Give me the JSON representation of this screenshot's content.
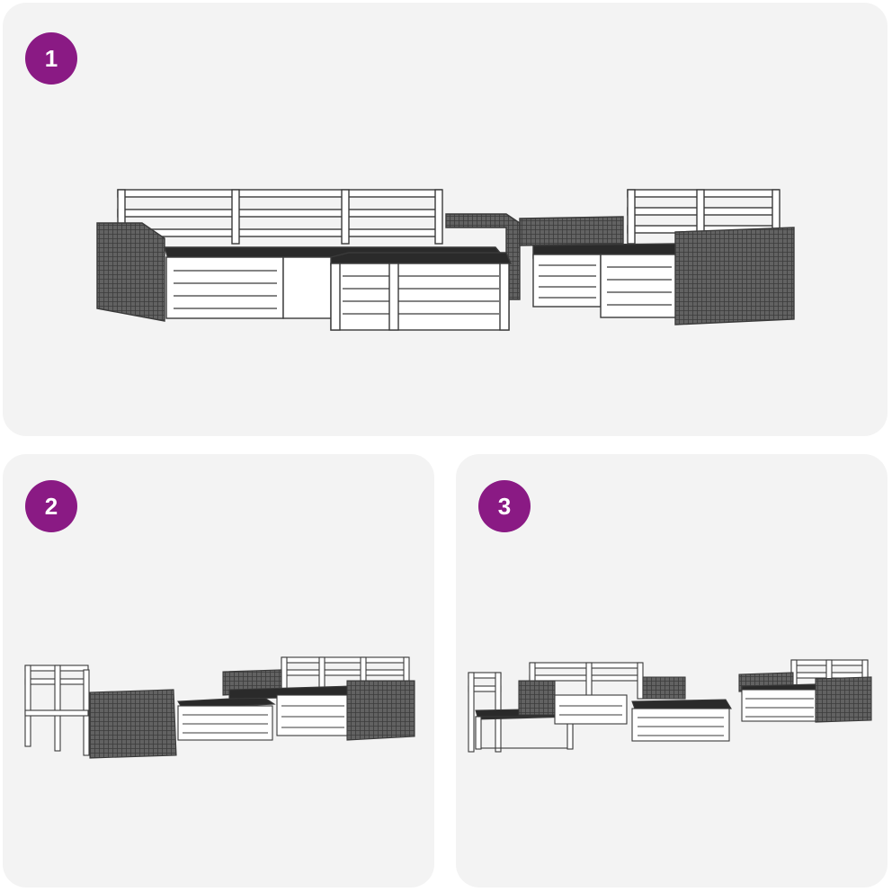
{
  "panels": [
    {
      "number": "1",
      "icon": "lounge-set-assembled-illustration"
    },
    {
      "number": "2",
      "icon": "lounge-set-layout-variant-illustration"
    },
    {
      "number": "3",
      "icon": "lounge-set-separated-illustration"
    }
  ],
  "colors": {
    "badge": "#8a1a84",
    "panel_background": "#f3f3f3",
    "line": "#3a3a3a",
    "wicker": "#5a5a5a",
    "cushion": "#2a2a2a"
  }
}
